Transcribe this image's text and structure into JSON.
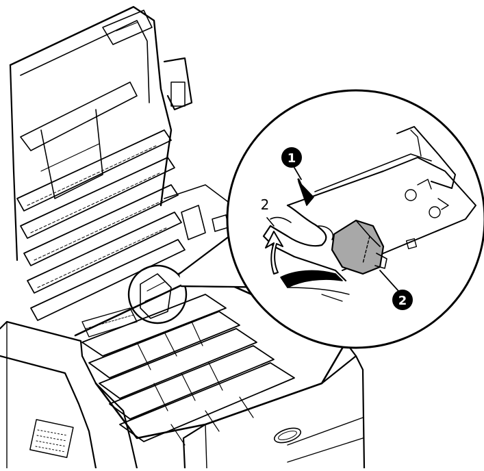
{
  "callouts": {
    "step_number_label": "2",
    "marker_1": "1",
    "marker_2": "2"
  },
  "colors": {
    "line": "#000000",
    "paper": "#ffffff",
    "highlight_part": "#a8a8a8",
    "marker_fill": "#000000",
    "marker_text": "#ffffff"
  },
  "icons": {
    "press_arrow": "arrow-down-icon",
    "lift_arrow": "arrow-up-curved-icon"
  }
}
